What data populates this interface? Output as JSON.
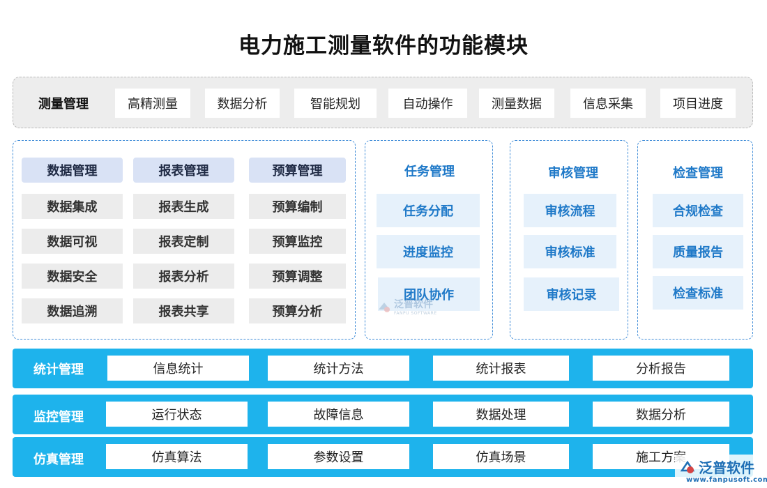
{
  "title": "电力施工测量软件的功能模块",
  "survey": {
    "label": "测量管理",
    "items": [
      "高精测量",
      "数据分析",
      "智能规划",
      "自动操作",
      "测量数据",
      "信息采集",
      "项目进度"
    ]
  },
  "left_panel": {
    "headers": [
      "数据管理",
      "报表管理",
      "预算管理"
    ],
    "columns": [
      [
        "数据集成",
        "数据可视",
        "数据安全",
        "数据追溯"
      ],
      [
        "报表生成",
        "报表定制",
        "报表分析",
        "报表共享"
      ],
      [
        "预算编制",
        "预算监控",
        "预算调整",
        "预算分析"
      ]
    ]
  },
  "task": {
    "title": "任务管理",
    "items": [
      "任务分配",
      "进度监控",
      "团队协作"
    ]
  },
  "review": {
    "title": "审核管理",
    "items": [
      "审核流程",
      "审核标准",
      "审核记录"
    ]
  },
  "inspect": {
    "title": "检查管理",
    "items": [
      "合规检查",
      "质量报告",
      "检查标准"
    ]
  },
  "watermark": {
    "main": "泛普软件",
    "sub": "FANPU SOFTWARE"
  },
  "bands": [
    {
      "label": "统计管理",
      "items": [
        "信息统计",
        "统计方法",
        "统计报表",
        "分析报告"
      ]
    },
    {
      "label": "监控管理",
      "items": [
        "运行状态",
        "故障信息",
        "数据处理",
        "数据分析"
      ]
    },
    {
      "label": "仿真管理",
      "items": [
        "仿真算法",
        "参数设置",
        "仿真场景",
        "施工方案"
      ]
    }
  ],
  "logo": {
    "name": "泛普软件",
    "url": "www.fanpusoft.com"
  },
  "colors": {
    "band": "#1eb3ec",
    "accent": "#1f79c8",
    "dashed_border": "#3f8cd8",
    "header_cell": "#d9e2f5"
  }
}
